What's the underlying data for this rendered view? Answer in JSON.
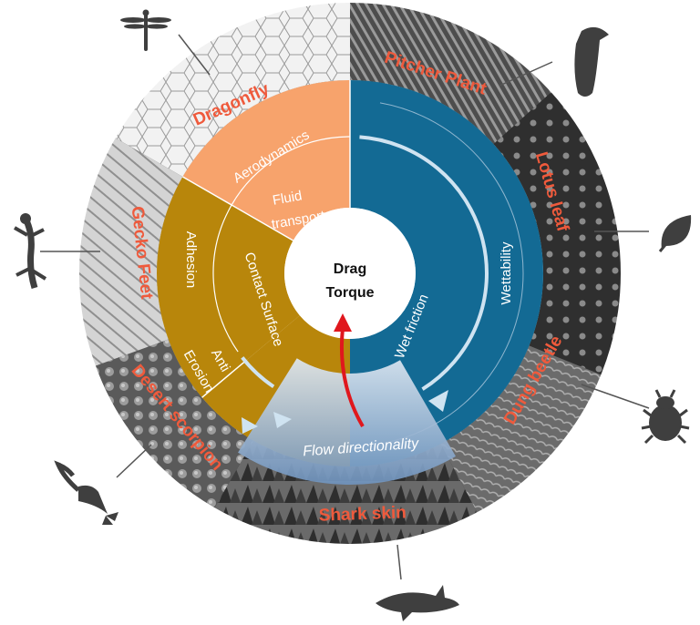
{
  "center": {
    "line1": "Drag",
    "line2": "Torque"
  },
  "organisms": {
    "dragonfly": "Dragonfly",
    "pitcher_plant": "Pitcher Plant",
    "lotus_leaf": "Lotus leaf",
    "dung_beetle": "Dung beetle",
    "shark_skin": "Shark skin",
    "desert_scorpion": "Desert scorpion",
    "gecko_feet": "Gecko Feet"
  },
  "functions": {
    "aerodynamics": "Aerodynamics",
    "fluid_transport_1": "Fluid",
    "fluid_transport_2": "transport",
    "adhesion": "Adhesion",
    "contact_surface": "Contact Surface",
    "anti_erosion_1": "Anti",
    "anti_erosion_2": "Erosion",
    "wettability": "Wettability",
    "wet_friction": "Wet friction",
    "flow_directionality": "Flow directionality"
  },
  "icons": {
    "dragonfly": "dragonfly-icon",
    "pitcher_plant": "pitcher-plant-icon",
    "leaf": "leaf-icon",
    "beetle": "beetle-icon",
    "shark": "shark-icon",
    "scorpion": "scorpion-icon",
    "gecko": "gecko-icon"
  },
  "colors": {
    "label_orange": "#ef5a3c",
    "aero_orange": "#f7a36c",
    "adhesion_gold": "#b8860b",
    "wettability_blue": "#136a94",
    "flow_band": "#c9d9ea"
  }
}
